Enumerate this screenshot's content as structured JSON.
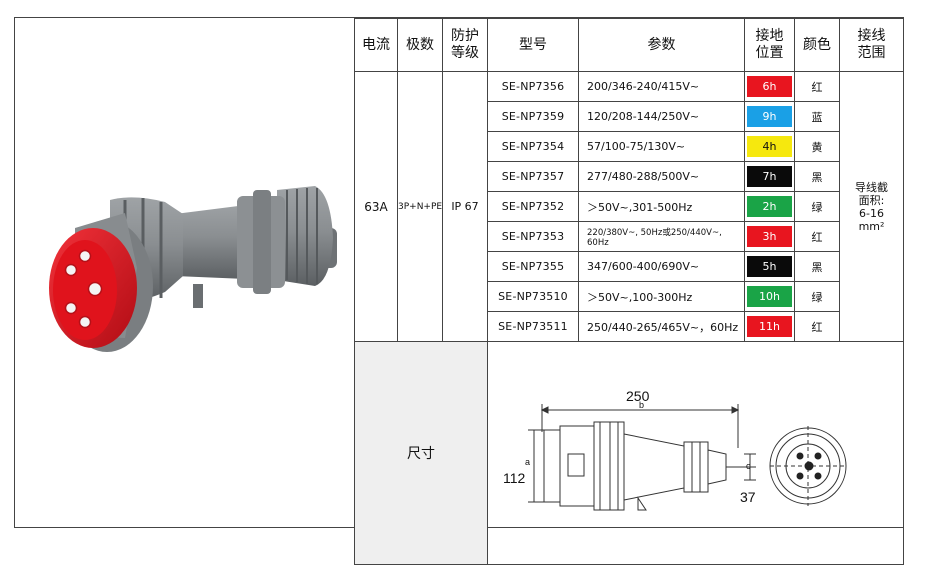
{
  "headers": {
    "current": "电流",
    "poles": "极数",
    "protection": "防护\n等级",
    "model": "型号",
    "params": "参数",
    "earth": "接地\n位置",
    "color": "颜色",
    "wiring": "接线\n范围"
  },
  "common": {
    "current": "63A",
    "poles": "3P+N+PE",
    "protection": "IP 67",
    "wiring": "导线截\n面积:\n6-16\nmm²"
  },
  "rows": [
    {
      "model": "SE-NP7356",
      "param": "200/346-240/415V~",
      "earth": "6h",
      "earth_color": "#e8151f",
      "earth_text_color": "#ffffff",
      "color": "红"
    },
    {
      "model": "SE-NP7359",
      "param": "120/208-144/250V~",
      "earth": "9h",
      "earth_color": "#1aa0e6",
      "earth_text_color": "#ffffff",
      "color": "蓝"
    },
    {
      "model": "SE-NP7354",
      "param": "57/100-75/130V~",
      "earth": "4h",
      "earth_color": "#f6e80e",
      "earth_text_color": "#111111",
      "color": "黄"
    },
    {
      "model": "SE-NP7357",
      "param": "277/480-288/500V~",
      "earth": "7h",
      "earth_color": "#0a0a0a",
      "earth_text_color": "#ffffff",
      "color": "黑"
    },
    {
      "model": "SE-NP7352",
      "param": "＞50V~,301-500Hz",
      "earth": "2h",
      "earth_color": "#1aa447",
      "earth_text_color": "#ffffff",
      "color": "绿"
    },
    {
      "model": "SE-NP7353",
      "param": "220/380V~, 50Hz或250/440V~, 60Hz",
      "earth": "3h",
      "earth_color": "#e8151f",
      "earth_text_color": "#ffffff",
      "color": "红"
    },
    {
      "model": "SE-NP7355",
      "param": "347/600-400/690V~",
      "earth": "5h",
      "earth_color": "#0a0a0a",
      "earth_text_color": "#ffffff",
      "color": "黑"
    },
    {
      "model": "SE-NP73510",
      "param": "＞50V~,100-300Hz",
      "earth": "10h",
      "earth_color": "#1aa447",
      "earth_text_color": "#ffffff",
      "color": "绿"
    },
    {
      "model": "SE-NP73511",
      "param": "250/440-265/465V~，60Hz",
      "earth": "11h",
      "earth_color": "#e8151f",
      "earth_text_color": "#ffffff",
      "color": "红"
    }
  ],
  "size": {
    "label": "尺寸",
    "length": "250",
    "height": "112",
    "cable": "37",
    "b": "b",
    "a": "a",
    "c": "c"
  }
}
